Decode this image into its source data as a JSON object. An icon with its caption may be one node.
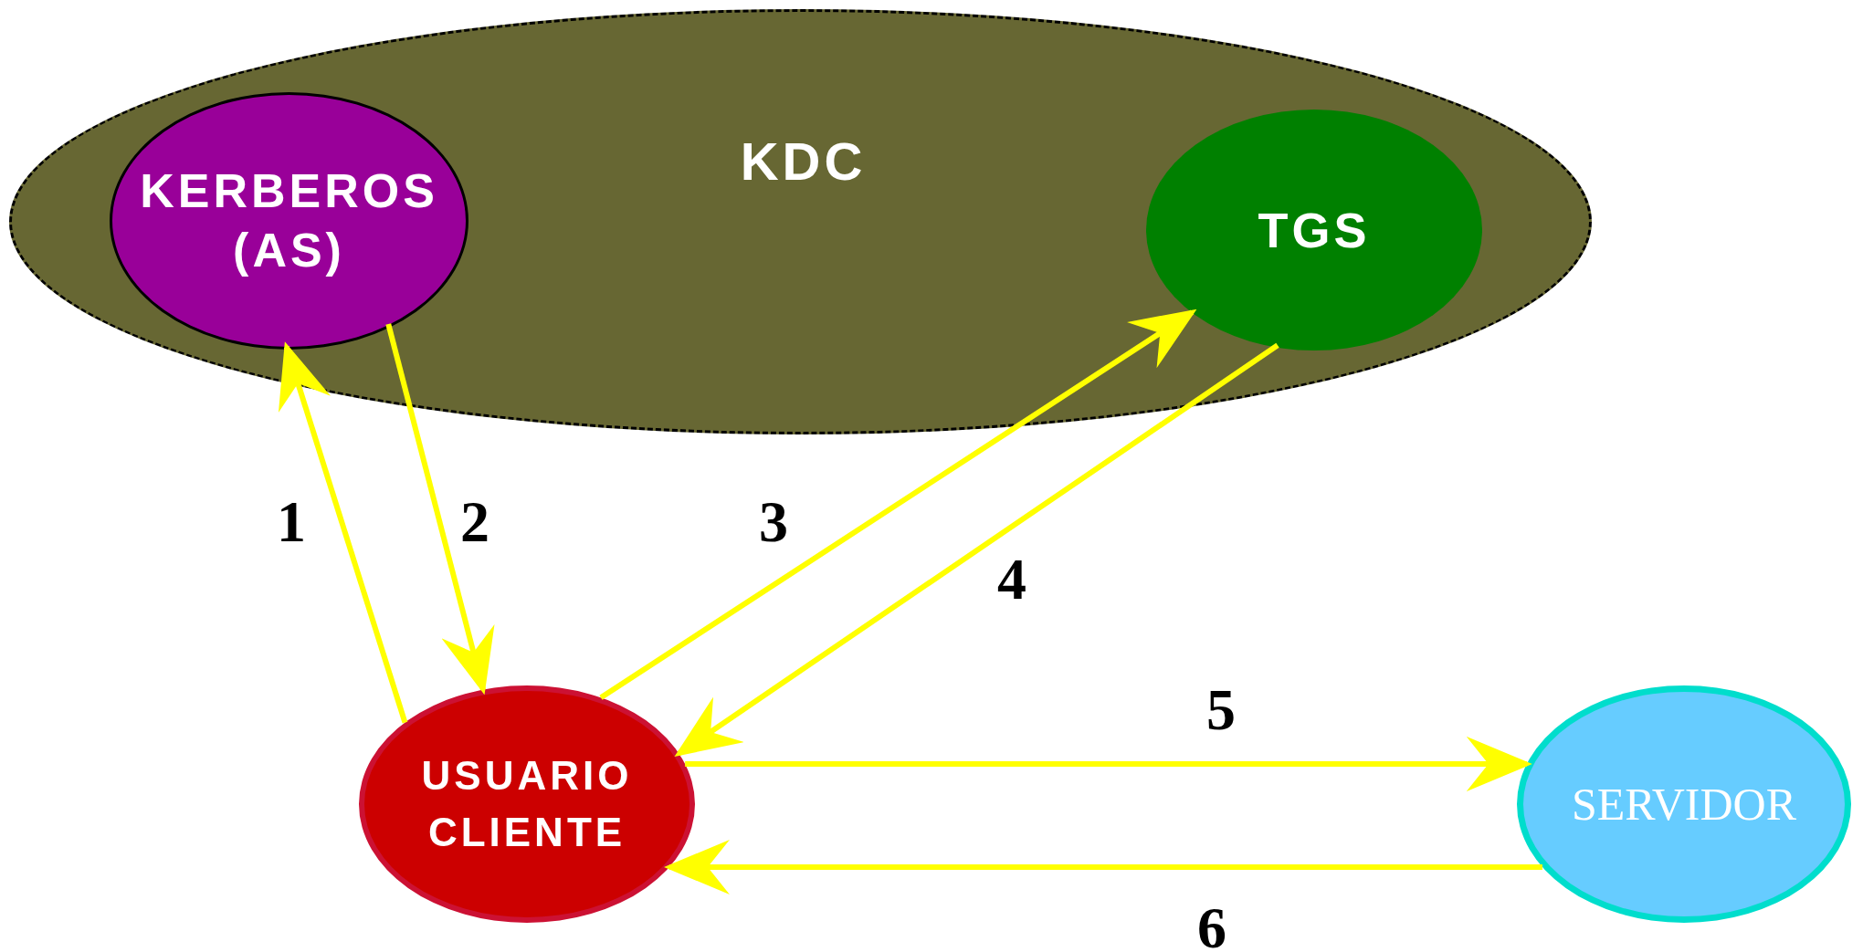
{
  "diagram": {
    "nodes": [
      {
        "text": [
          "KDC"
        ]
      },
      {
        "text": [
          "KERBEROS (AS)"
        ],
        "in": 0
      },
      {
        "text": [
          "TGS"
        ],
        "in": 0
      },
      {
        "text": [
          "USUARIO CLIENTE"
        ]
      },
      {
        "text": [
          "SERVIDOR"
        ]
      }
    ],
    "edges": [
      {
        "from": 3,
        "to": 1,
        "arrow": "to",
        "label": "1"
      },
      {
        "from": 1,
        "to": 3,
        "arrow": "to",
        "label": "2"
      },
      {
        "from": 3,
        "to": 2,
        "arrow": "to",
        "label": "3"
      },
      {
        "from": 2,
        "to": 3,
        "arrow": "to",
        "label": "4"
      },
      {
        "from": 3,
        "to": 4,
        "arrow": "to",
        "label": "5"
      },
      {
        "from": 4,
        "to": 3,
        "arrow": "to",
        "label": "6"
      }
    ]
  }
}
